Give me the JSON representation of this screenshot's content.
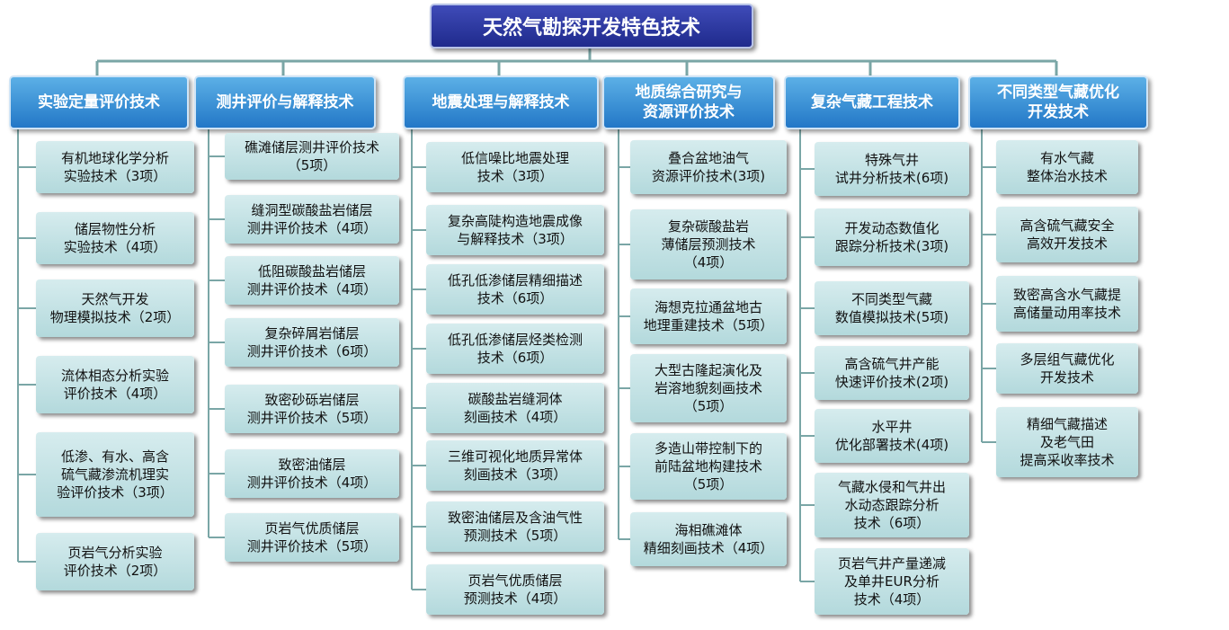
{
  "root": {
    "label": "天然气勘探开发特色技术"
  },
  "colors": {
    "root": "#1f2a8c",
    "header": "#2f86d4",
    "leaf": "#c4e2e5",
    "line": "#7aa6a6"
  },
  "columns": [
    {
      "label": "实验定量评价技术",
      "items": [
        "有机地球化学分析\n实验技术（3项）",
        "储层物性分析\n实验技术（4项）",
        "天然气开发\n物理模拟技术（2项）",
        "流体相态分析实验\n评价技术（4项）",
        "低渗、有水、高含\n硫气藏渗流机理实\n验评价技术（3项）",
        "页岩气分析实验\n评价技术（2项）"
      ]
    },
    {
      "label": "测井评价与解释技术",
      "items": [
        "礁滩储层测井评价技术\n（5项）",
        "缝洞型碳酸盐岩储层\n测井评价技术（4项）",
        "低阻碳酸盐岩储层\n测井评价技术（4项）",
        "复杂碎屑岩储层\n测井评价技术（6项）",
        "致密砂砾岩储层\n测井评价技术（5项）",
        "致密油储层\n测井评价技术（4项）",
        "页岩气优质储层\n测井评价技术（5项）"
      ]
    },
    {
      "label": "地震处理与解释技术",
      "items": [
        "低信噪比地震处理\n技术（3项）",
        "复杂高陡构造地震成像\n与解释技术（3项）",
        "低孔低渗储层精细描述\n技术（6项）",
        "低孔低渗储层烃类检测\n技术（6项）",
        "碳酸盐岩缝洞体\n刻画技术（4项）",
        "三维可视化地质异常体\n刻画技术（3项）",
        "致密油储层及含油气性\n预测技术（5项）",
        "页岩气优质储层\n预测技术（4项）"
      ]
    },
    {
      "label": "地质综合研究与\n资源评价技术",
      "items": [
        "叠合盆地油气\n资源评价技术(3项)",
        "复杂碳酸盐岩\n薄储层预测技术\n（4项）",
        "海想克拉通盆地古\n地理重建技术（5项）",
        "大型古隆起演化及\n岩溶地貌刻画技术\n（5项）",
        "多造山带控制下的\n前陆盆地构建技术\n（5项）",
        "海相礁滩体\n精细刻画技术（4项）"
      ]
    },
    {
      "label": "复杂气藏工程技术",
      "items": [
        "特殊气井\n试井分析技术(6项)",
        "开发动态数值化\n跟踪分析技术(3项)",
        "不同类型气藏\n数值模拟技术(5项)",
        "高含硫气井产能\n快速评价技术(2项)",
        "水平井\n优化部署技术(4项)",
        "气藏水侵和气井出\n水动态跟踪分析\n技术（6项）",
        "页岩气井产量递减\n及单井EUR分析\n技术（4项）"
      ]
    },
    {
      "label": "不同类型气藏优化\n开发技术",
      "items": [
        "有水气藏\n整体治水技术",
        "高含硫气藏安全\n高效开发技术",
        "致密高含水气藏提\n高储量动用率技术",
        "多层组气藏优化\n开发技术",
        "精细气藏描述\n及老气田\n提高采收率技术"
      ]
    }
  ]
}
